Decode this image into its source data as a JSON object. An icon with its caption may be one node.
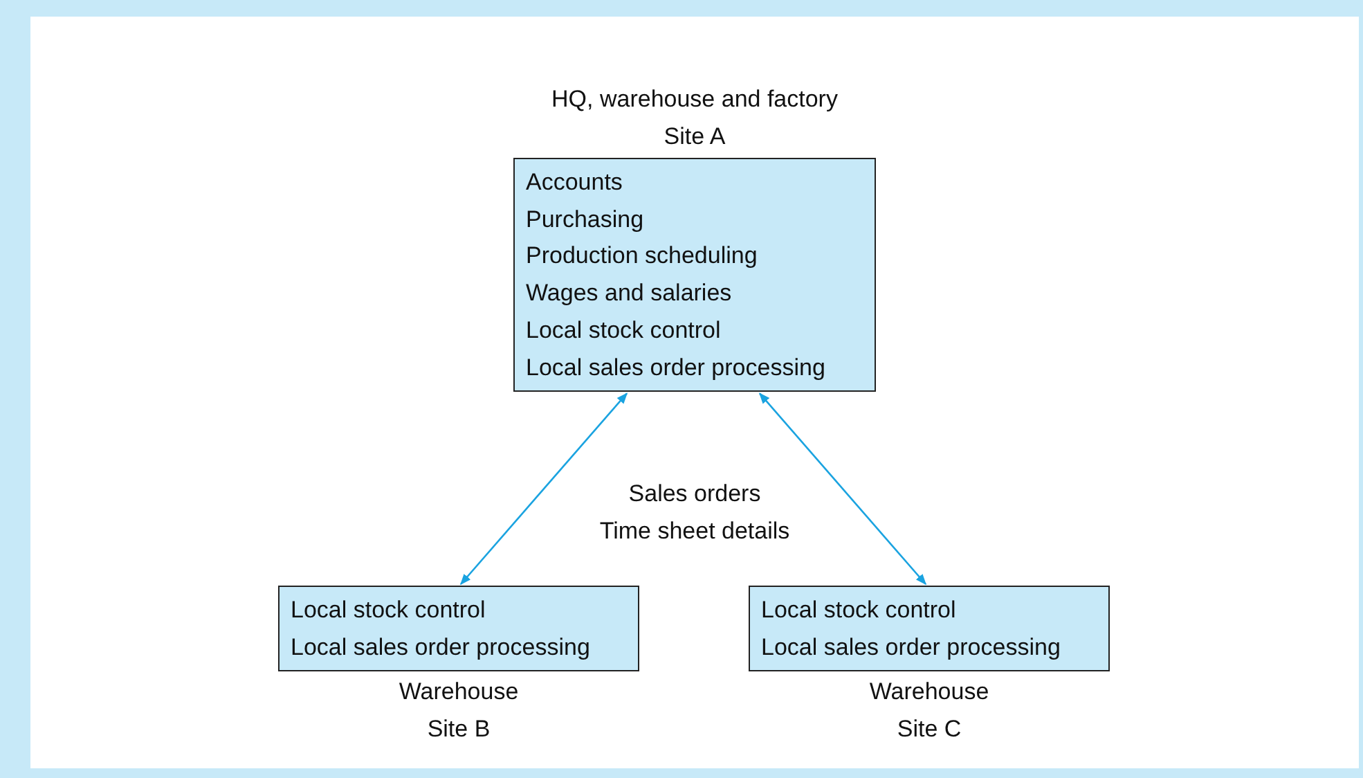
{
  "diagram": {
    "nodes": [
      {
        "text": [
          "Accounts",
          "Purchasing",
          "Production scheduling",
          "Wages and salaries",
          "Local stock control",
          "Local sales order processing"
        ],
        "beside": [
          "HQ, warehouse and factory",
          "Site A"
        ]
      },
      {
        "text": [
          "Local stock control",
          "Local sales order processing"
        ],
        "beside": [
          "Warehouse",
          "Site B"
        ]
      },
      {
        "text": [
          "Local stock control",
          "Local sales order processing"
        ],
        "beside": [
          "Warehouse",
          "Site C"
        ]
      }
    ],
    "edges": [
      {
        "from": 0,
        "to": 1,
        "arrow": "both"
      },
      {
        "from": 0,
        "to": 2,
        "arrow": "both"
      }
    ],
    "labels": [
      "Sales orders",
      "Time sheet details"
    ]
  }
}
